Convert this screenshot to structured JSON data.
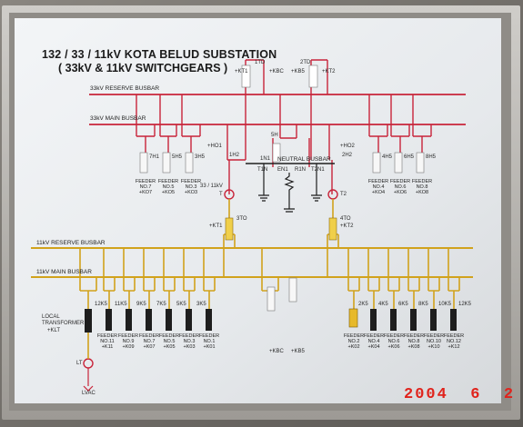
{
  "board": {
    "title_line1": "132 / 33 / 11kV KOTA BELUD SUBSTATION",
    "title_line2": "( 33kV & 11kV SWITCHGEARS )"
  },
  "busbars": {
    "kv33_reserve": "33kV RESERVE BUSBAR",
    "kv33_main": "33kV MAIN BUSBAR",
    "neutral": "NEUTRAL BUSBAR",
    "kv11_reserve": "11kV RESERVE BUSBAR",
    "kv11_main": "11kV MAIN BUSBAR"
  },
  "kv33": {
    "left_feeders": [
      {
        "sw": "7H1",
        "name": "FEEDER NO.7",
        "code": "+KO7"
      },
      {
        "sw": "5H5",
        "name": "FEEDER NO.5",
        "code": "+KO5"
      },
      {
        "sw": "3H5",
        "name": "FEEDER NO.3",
        "code": "+KO3"
      }
    ],
    "right_feeders": [
      {
        "sw": "4H5",
        "name": "FEEDER NO.4",
        "code": "+KO4"
      },
      {
        "sw": "6H5",
        "name": "FEEDER NO.6",
        "code": "+KO6"
      },
      {
        "sw": "8H5",
        "name": "FEEDER NO.8",
        "code": "+KO8"
      }
    ],
    "incomer_left": {
      "top": "1TD",
      "code": "+KT1",
      "mid": "+HO1",
      "sw": "1H2",
      "tx": "33 / 11kV",
      "t": "T"
    },
    "incomer_right": {
      "top": "2TD",
      "code": "+KT2",
      "mid": "+HO2",
      "sw": "2H2",
      "t": "T2"
    },
    "coupler": {
      "top": "+KBC",
      "sw2": "+KB5",
      "sw": "5H"
    },
    "neutral_labels": [
      "T1N",
      "EN1",
      "R1N",
      "T2N1",
      "1N1"
    ]
  },
  "kv11": {
    "incomer_left": {
      "sw": "3TO",
      "code": "+KT1"
    },
    "incomer_right": {
      "sw": "4TO",
      "code": "+KT2"
    },
    "left_feeders": [
      {
        "sw": "12K5",
        "name": "FEEDER NO.11",
        "code": "+K11"
      },
      {
        "sw": "11K5",
        "name": "FEEDER NO.9",
        "code": "+K09"
      },
      {
        "sw": "9K5",
        "name": "FEEDER NO.7",
        "code": "+K07"
      },
      {
        "sw": "7K5",
        "name": "FEEDER NO.5",
        "code": "+K05"
      },
      {
        "sw": "5K5",
        "name": "FEEDER NO.3",
        "code": "+K03"
      },
      {
        "sw": "3K5",
        "name": "FEEDER NO.1",
        "code": "+K01"
      }
    ],
    "right_feeders": [
      {
        "sw": "2K5",
        "name": "FEEDER NO.2",
        "code": "+K02"
      },
      {
        "sw": "4K5",
        "name": "FEEDER NO.4",
        "code": "+K04"
      },
      {
        "sw": "6K5",
        "name": "FEEDER NO.6",
        "code": "+K06"
      },
      {
        "sw": "8K5",
        "name": "FEEDER NO.8",
        "code": "+K08"
      },
      {
        "sw": "10K5",
        "name": "FEEDER NO.10",
        "code": "+K10"
      },
      {
        "sw": "12K5",
        "name": "FEEDER NO.12",
        "code": "+K12"
      }
    ],
    "coupler_labels": [
      "+KBC",
      "+KB5"
    ],
    "local_tx": {
      "name": "LOCAL TRANSFORMER",
      "code": "+KLT",
      "lt": "LT",
      "lvac": "LVAC"
    }
  },
  "timestamp": "2004  6  2",
  "colors": {
    "panel": "#e9ecef",
    "frame": "#b8b6b2",
    "bus33": "#c8243a",
    "bus11": "#d1a21c",
    "stamp": "#e0231c"
  }
}
